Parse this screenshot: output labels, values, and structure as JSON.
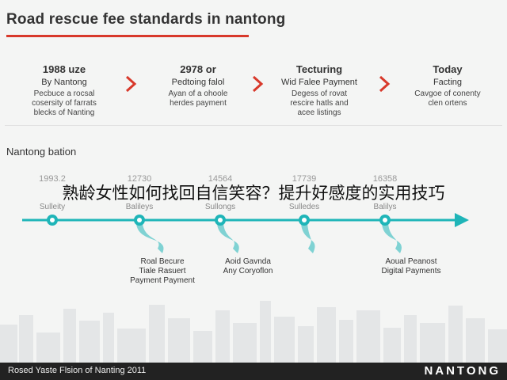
{
  "title": "Road rescue fee standards in nantong",
  "stages": [
    {
      "heading": "1988 uze",
      "sub": "By Nantong",
      "desc": [
        "Pecbuce a rocsal",
        "cosersity of farrats",
        "blecks of Nanting"
      ]
    },
    {
      "heading": "2978 or",
      "sub": "Pedtoing falol",
      "desc": [
        "Ayan of a ohoole",
        "herdes payment"
      ]
    },
    {
      "heading": "Tecturing",
      "sub": "Wid Falee Payment",
      "desc": [
        "Degess of rovat",
        "rescire hatls and",
        "acee listings"
      ]
    },
    {
      "heading": "Today",
      "sub": "Facting",
      "desc": [
        "Cavgoe of conenty",
        "clen ortens"
      ]
    }
  ],
  "section_title": "Nantong bation",
  "timeline": {
    "points": [
      {
        "year": "1993.2",
        "label": "Sulleity"
      },
      {
        "year": "12730",
        "label": "Balileys"
      },
      {
        "year": "14564",
        "label": "Sullongs"
      },
      {
        "year": "17739",
        "label": "Sulledes"
      },
      {
        "year": "16358",
        "label": "Balilys"
      }
    ],
    "notes": [
      {
        "lines": [
          "Roal Becure",
          "Tiale Rasuert",
          "Payment Payment"
        ]
      },
      {
        "lines": [
          "Aoid Gavnda",
          "Any Coryoflon"
        ]
      },
      {
        "lines": [
          "Aoual Peanost",
          "Digital Payments"
        ]
      }
    ]
  },
  "overlay_text": "熟龄女性如何找回自信笑容？提升好感度的实用技巧",
  "footer": {
    "left": "Rosed Yaste Flsion of Nanting 2011",
    "right": "NANTONG"
  },
  "colors": {
    "accent_red": "#d8392b",
    "timeline_teal": "#1fb5b8",
    "background": "#f4f5f4",
    "footer_bg": "#222222"
  }
}
